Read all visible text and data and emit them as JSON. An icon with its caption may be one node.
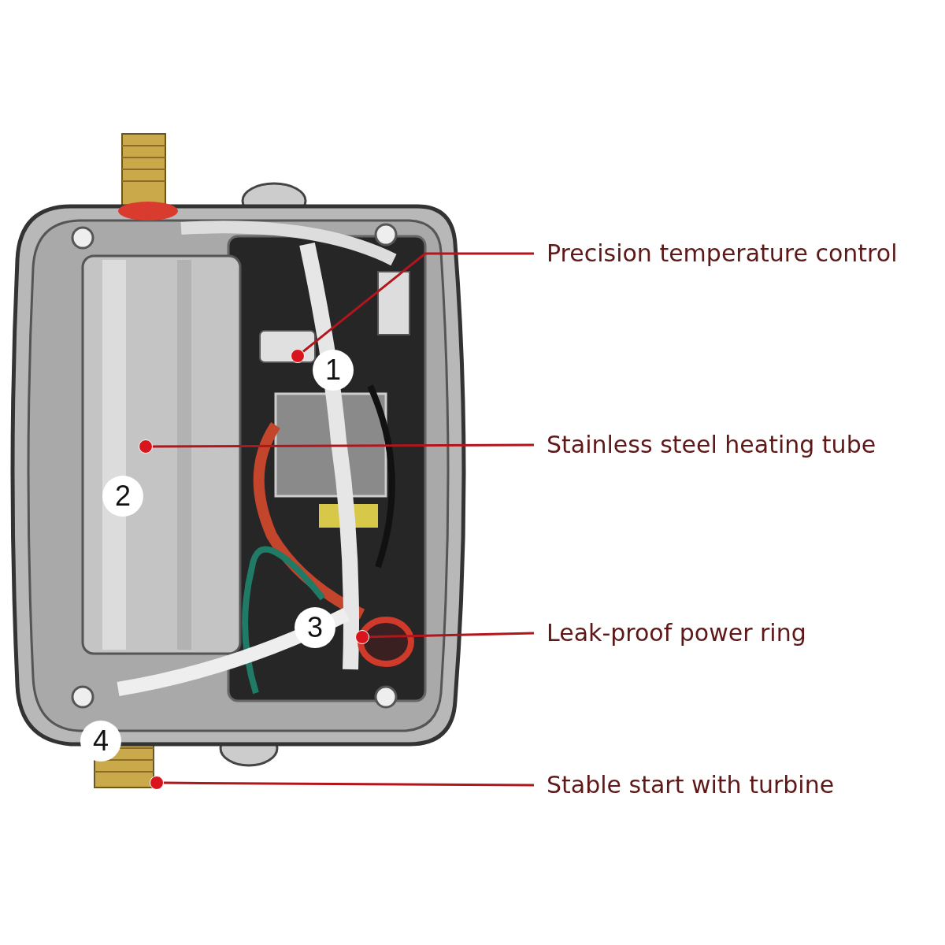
{
  "diagram": {
    "nodes": [
      {
        "text": [
          "Precision temperature control"
        ]
      },
      {
        "text": [
          "Stainless steel heating tube"
        ]
      },
      {
        "text": [
          "Leak-proof power ring"
        ]
      },
      {
        "text": [
          "Stable start with turbine"
        ]
      },
      {
        "text": [],
        "shape": "circle"
      },
      {
        "text": [],
        "shape": "circle"
      },
      {
        "text": [],
        "shape": "circle"
      },
      {
        "text": [],
        "shape": "circle"
      }
    ],
    "edges": [
      {
        "from": 0,
        "to": 4,
        "arrow": "none"
      },
      {
        "from": 1,
        "to": 5,
        "arrow": "none"
      },
      {
        "from": 2,
        "to": 6,
        "arrow": "none"
      },
      {
        "from": 3,
        "to": 7,
        "arrow": "none"
      }
    ],
    "labels": [
      "1",
      "2",
      "3",
      "4"
    ]
  }
}
